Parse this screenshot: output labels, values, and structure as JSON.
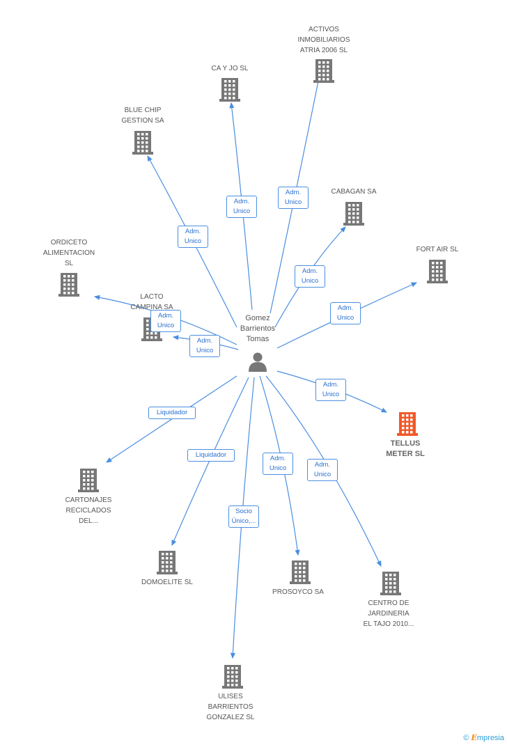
{
  "center": {
    "name": "Gomez\nBarrientos\nTomas"
  },
  "nodes": [
    {
      "id": "activos",
      "label": "ACTIVOS\nINMOBILIARIOS\nATRIA 2006 SL",
      "highlight": false
    },
    {
      "id": "cayjo",
      "label": "CA Y JO  SL",
      "highlight": false
    },
    {
      "id": "bluechip",
      "label": "BLUE CHIP\nGESTION SA",
      "highlight": false
    },
    {
      "id": "cabagan",
      "label": "CABAGAN SA",
      "highlight": false
    },
    {
      "id": "fortair",
      "label": "FORT AIR SL",
      "highlight": false
    },
    {
      "id": "ordiceto",
      "label": "ORDICETO\nALIMENTACION\nSL",
      "highlight": false
    },
    {
      "id": "lacto",
      "label": "LACTO\nCAMPINA SA",
      "highlight": false
    },
    {
      "id": "tellus",
      "label": "TELLUS\nMETER SL",
      "highlight": true
    },
    {
      "id": "cartonajes",
      "label": "CARTONAJES\nRECICLADOS\nDEL...",
      "highlight": false
    },
    {
      "id": "domoelite",
      "label": "DOMOELITE SL",
      "highlight": false
    },
    {
      "id": "prosoyco",
      "label": "PROSOYCO SA",
      "highlight": false
    },
    {
      "id": "centro",
      "label": "CENTRO DE\nJARDINERIA\nEL TAJO 2010...",
      "highlight": false
    },
    {
      "id": "ulises",
      "label": "ULISES\nBARRIENTOS\nGONZALEZ SL",
      "highlight": false
    }
  ],
  "edges": [
    {
      "to": "activos",
      "label": "Adm.\nUnico"
    },
    {
      "to": "cayjo",
      "label": "Adm.\nUnico"
    },
    {
      "to": "bluechip",
      "label": "Adm.\nUnico"
    },
    {
      "to": "cabagan",
      "label": "Adm.\nUnico"
    },
    {
      "to": "fortair",
      "label": "Adm.\nUnico"
    },
    {
      "to": "ordiceto",
      "label": "Adm.\nUnico"
    },
    {
      "to": "lacto",
      "label": "Adm.\nUnico"
    },
    {
      "to": "tellus",
      "label": "Adm.\nUnico"
    },
    {
      "to": "cartonajes",
      "label": "Liquidador"
    },
    {
      "to": "domoelite",
      "label": "Liquidador"
    },
    {
      "to": "prosoyco",
      "label": "Adm.\nUnico"
    },
    {
      "to": "centro",
      "label": "Adm.\nUnico"
    },
    {
      "to": "ulises",
      "label": "Socio\nÚnico,..."
    }
  ],
  "colors": {
    "edge": "#4a8ee0",
    "building": "#777777",
    "highlight": "#f05a28",
    "person": "#777777"
  },
  "footer": {
    "copyright": "©",
    "brand_first": "E",
    "brand_rest": "mpresia"
  }
}
